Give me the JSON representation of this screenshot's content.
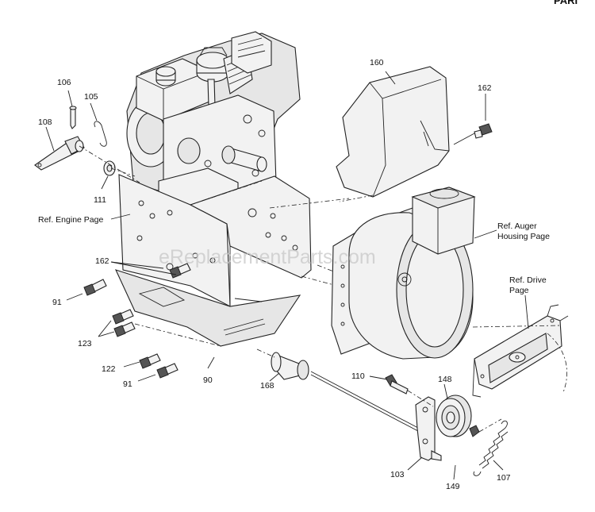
{
  "header": {
    "corner_text": "PARI"
  },
  "watermark": "eReplacementParts.com",
  "labels": {
    "p106": "106",
    "p105": "105",
    "p108": "108",
    "p111": "111",
    "ref_engine": "Ref. Engine Page",
    "p162a": "162",
    "p91a": "91",
    "p123": "123",
    "p122": "122",
    "p91b": "91",
    "p90": "90",
    "p168": "168",
    "p160": "160",
    "p162b": "162",
    "ref_auger_1": "Ref. Auger",
    "ref_auger_2": "Housing Page",
    "ref_drive_1": "Ref. Drive",
    "ref_drive_2": "Page",
    "p110": "110",
    "p148": "148",
    "p103": "103",
    "p149": "149",
    "p107": "107"
  }
}
